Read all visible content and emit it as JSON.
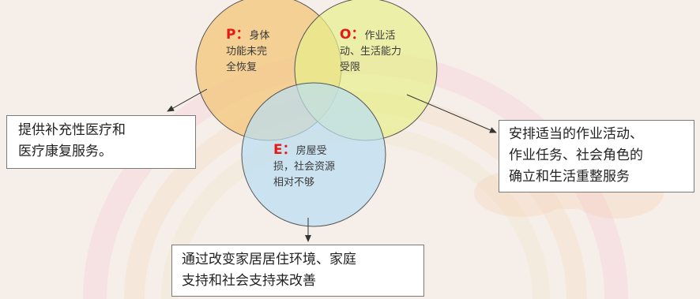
{
  "circles": {
    "p": {
      "key": "P：",
      "lines": [
        "身体",
        "功能未完",
        "全恢复"
      ],
      "color": "#f3c77e"
    },
    "o": {
      "key": "O：",
      "lines": [
        "作业活",
        "动、生活能力",
        "受限"
      ],
      "color": "#e7f08a"
    },
    "e": {
      "key": "E：",
      "lines": [
        "房屋受",
        "损，社会资源",
        "相对不够"
      ],
      "color": "#b9def3"
    }
  },
  "boxes": {
    "left": {
      "lines": [
        "提供补充性医疗和",
        "医疗康复服务。"
      ]
    },
    "right": {
      "lines": [
        "安排适当的作业活动、",
        "作业任务、社会角色的",
        "确立和生活重整服务"
      ]
    },
    "bottom": {
      "lines": [
        "通过改变家居居住环境、家庭",
        "支持和社会支持来改善"
      ]
    }
  },
  "colors": {
    "key_text": "#e81818",
    "background": "#f6efe9"
  }
}
